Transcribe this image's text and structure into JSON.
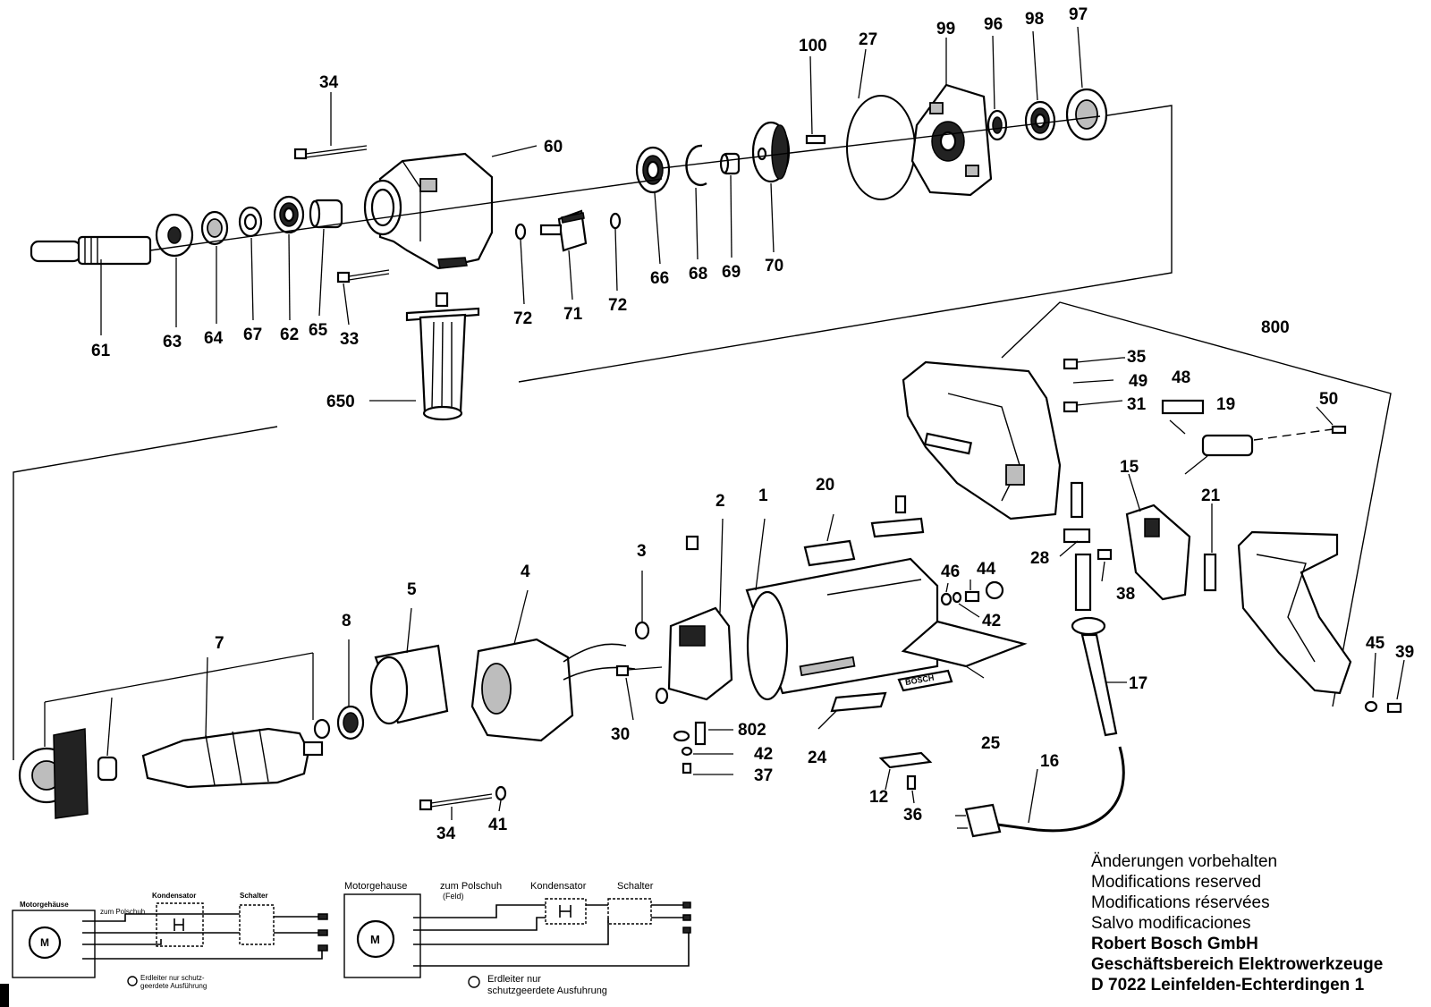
{
  "callouts": {
    "p1": "1",
    "p2": "2",
    "p3": "3",
    "p4": "4",
    "p5": "5",
    "p7": "7",
    "p8": "8",
    "p12": "12",
    "p15": "15",
    "p16": "16",
    "p17": "17",
    "p19": "19",
    "p20": "20",
    "p21": "21",
    "p24": "24",
    "p25": "25",
    "p27": "27",
    "p28": "28",
    "p30": "30",
    "p31": "31",
    "p33": "33",
    "p34a": "34",
    "p34b": "34",
    "p35": "35",
    "p36": "36",
    "p37": "37",
    "p38": "38",
    "p39": "39",
    "p41": "41",
    "p42a": "42",
    "p42b": "42",
    "p44": "44",
    "p45": "45",
    "p46": "46",
    "p48": "48",
    "p49": "49",
    "p50": "50",
    "p60": "60",
    "p61": "61",
    "p62": "62",
    "p63": "63",
    "p64": "64",
    "p65": "65",
    "p66": "66",
    "p67": "67",
    "p68": "68",
    "p69": "69",
    "p70": "70",
    "p71": "71",
    "p72a": "72",
    "p72b": "72",
    "p96": "96",
    "p97": "97",
    "p98": "98",
    "p99": "99",
    "p100": "100",
    "p650": "650",
    "p800": "800",
    "p802": "802"
  },
  "housing_marking": "BOSCH",
  "schematic_left": {
    "motor_housing": "Motorgehäuse",
    "pole_shoe": "zum Polschuh",
    "capacitor": "Kondensator",
    "switch": "Schalter",
    "motor_symbol": "M",
    "earth_note_1": "Erdleiter nur schutz-",
    "earth_note_2": "geerdete Ausführung"
  },
  "schematic_right": {
    "motor_housing": "Motorgehause",
    "pole_shoe": "zum Polschuh",
    "field": "(Feld)",
    "capacitor": "Kondensator",
    "switch": "Schalter",
    "motor_symbol": "M",
    "earth_note_1": "Erdleiter nur",
    "earth_note_2": "schutzgeerdete Ausfuhrung"
  },
  "notes": {
    "de": "Änderungen vorbehalten",
    "en": "Modifications reserved",
    "fr": "Modifications réservées",
    "es": "Salvo modificaciones",
    "company": "Robert Bosch GmbH",
    "division": "Geschäftsbereich Elektrowerkzeuge",
    "address": "D 7022 Leinfelden-Echterdingen 1"
  }
}
